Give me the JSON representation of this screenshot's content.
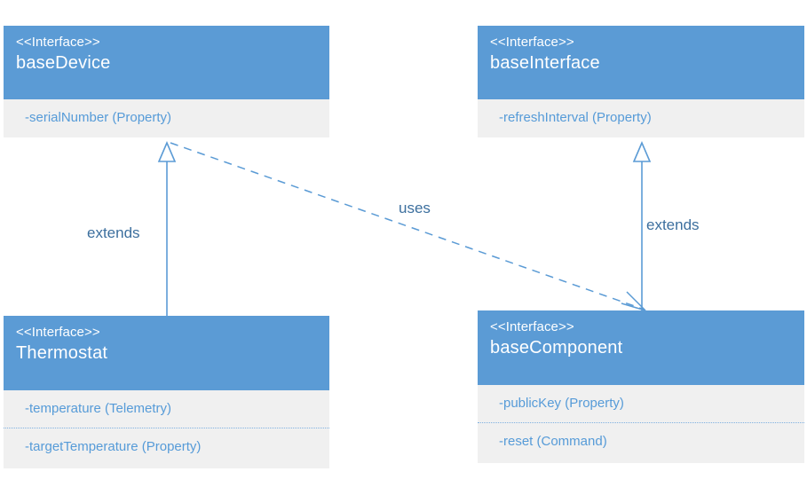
{
  "diagram": {
    "title": "UML interface inheritance diagram",
    "type": "uml-class-diagram",
    "background_color": "#ffffff",
    "header_color": "#5b9bd5",
    "body_color": "#f0f0f0",
    "attribute_text_color": "#569bd8",
    "edge_color": "#5b9bd5",
    "edge_label_color": "#3c6f9e"
  },
  "boxes": [
    {
      "id": "baseDevice",
      "stereotype": "<<Interface>>",
      "name": "baseDevice",
      "attributes": [
        {
          "text": "-serialNumber (Property)"
        }
      ]
    },
    {
      "id": "baseInterface",
      "stereotype": "<<Interface>>",
      "name": "baseInterface",
      "attributes": [
        {
          "text": "-refreshInterval (Property)"
        }
      ]
    },
    {
      "id": "Thermostat",
      "stereotype": "<<Interface>>",
      "name": "Thermostat",
      "attributes": [
        {
          "text": "-temperature (Telemetry)"
        },
        {
          "text": "-targetTemperature (Property)"
        }
      ]
    },
    {
      "id": "baseComponent",
      "stereotype": "<<Interface>>",
      "name": "baseComponent",
      "attributes": [
        {
          "text": "-publicKey (Property)"
        },
        {
          "text": "-reset (Command)"
        }
      ]
    }
  ],
  "edges": [
    {
      "id": "thermostat-extends-basedevice",
      "label": "extends",
      "from": "Thermostat",
      "to": "baseDevice",
      "style": "solid",
      "arrow": "hollow-triangle"
    },
    {
      "id": "basecomponent-extends-baseinterface",
      "label": "extends",
      "from": "baseComponent",
      "to": "baseInterface",
      "style": "solid",
      "arrow": "hollow-triangle"
    },
    {
      "id": "basedevice-uses-basecomponent",
      "label": "uses",
      "from": "baseDevice",
      "to": "baseComponent",
      "style": "dashed",
      "arrow": "open"
    }
  ]
}
